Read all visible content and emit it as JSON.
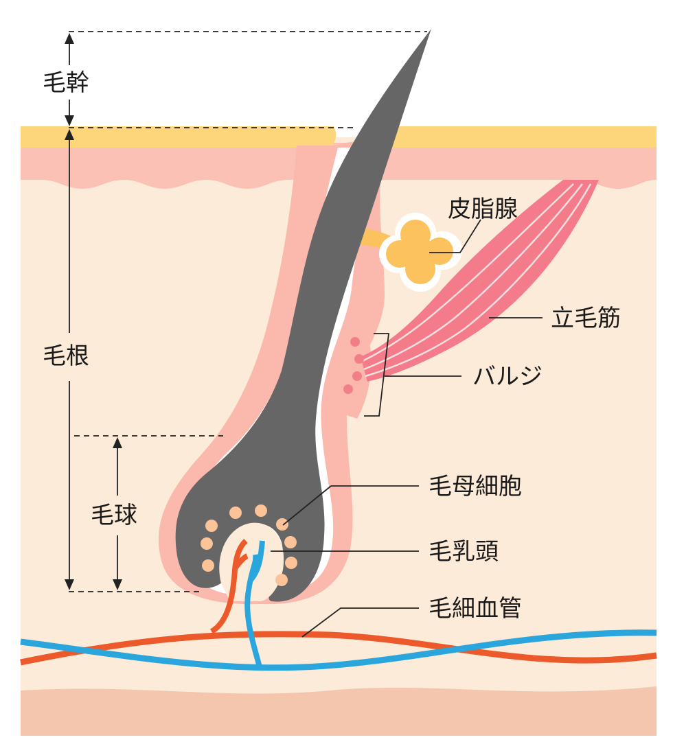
{
  "labels": {
    "hair_shaft": "毛幹",
    "hair_root": "毛根",
    "hair_bulb": "毛球",
    "sebaceous_gland": "皮脂腺",
    "arrector_pili": "立毛筋",
    "bulge": "バルジ",
    "matrix_cells": "毛母細胞",
    "dermal_papilla": "毛乳頭",
    "capillaries": "毛細血管"
  },
  "colors": {
    "epidermis_top": "#fdd57a",
    "epidermis": "#fbc1b5",
    "dermis": "#fdebd9",
    "subcutis": "#f5c6ae",
    "follicle_sheath": "#fbb8ad",
    "hair": "#666666",
    "matrix_cell": "#fbc397",
    "sebaceous": "#fcc25d",
    "muscle": "#f47b89",
    "bulge_dot": "#f27f88",
    "artery": "#ec5a2c",
    "vein": "#2ba6dd",
    "line": "#222222"
  }
}
